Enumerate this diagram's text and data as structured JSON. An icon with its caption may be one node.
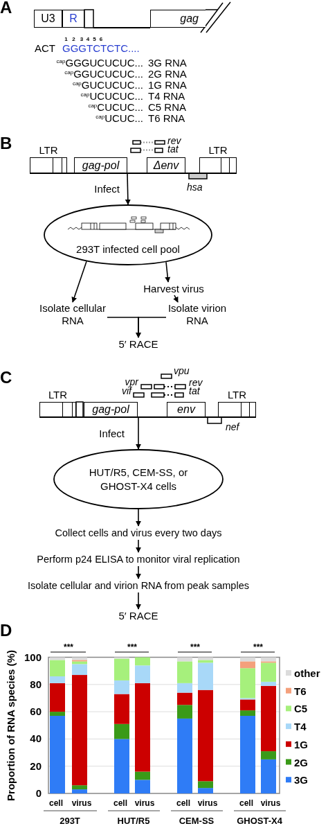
{
  "diagram": {
    "nodes": [
      {
        "text": [
          "U3"
        ]
      },
      {
        "text": [
          "R"
        ]
      },
      {
        "text": [
          "gag"
        ]
      },
      {
        "text": [
          "LTR"
        ]
      },
      {
        "text": [
          "gag-pol"
        ]
      },
      {
        "text": [
          "Δenv"
        ]
      },
      {
        "text": [
          "LTR"
        ]
      },
      {
        "text": [
          "293T infected cell pool"
        ]
      },
      {
        "text": [
          "Harvest virus"
        ]
      },
      {
        "text": [
          "Isolate cellular RNA"
        ]
      },
      {
        "text": [
          "Isolate virion RNA"
        ]
      },
      {
        "text": [
          "5′ RACE"
        ]
      },
      {
        "text": [
          "LTR"
        ]
      },
      {
        "text": [
          "gag-pol"
        ]
      },
      {
        "text": [
          "env"
        ]
      },
      {
        "text": [
          "LTR"
        ]
      },
      {
        "text": [
          "HUT/R5, CEM-SS, or GHOST-X4 cells"
        ]
      },
      {
        "text": [
          "Collect cells and virus every two days"
        ]
      },
      {
        "text": [
          "Perform p24 ELISA to monitor viral replication"
        ]
      },
      {
        "text": [
          "Isolate cellular and virion RNA from peak samples"
        ]
      },
      {
        "text": [
          "5′ RACE"
        ]
      },
      {
        "text": [],
        "shape": "line"
      },
      {
        "text": [],
        "shape": "line"
      },
      {
        "text": [],
        "shape": "line"
      }
    ],
    "edges": [
      {
        "from": 22,
        "to": 7,
        "arrow": "to",
        "label": "Infect"
      },
      {
        "from": 7,
        "to": 9,
        "arrow": "to"
      },
      {
        "from": 7,
        "to": 8,
        "arrow": "to"
      },
      {
        "from": 8,
        "to": 10,
        "arrow": "to"
      },
      {
        "from": 9,
        "to": 11,
        "arrow": "to"
      },
      {
        "from": 10,
        "to": 11,
        "arrow": "to"
      },
      {
        "from": 23,
        "to": 16,
        "arrow": "to",
        "label": "Infect"
      },
      {
        "from": 16,
        "to": 17,
        "arrow": "to"
      },
      {
        "from": 17,
        "to": 18,
        "arrow": "to"
      },
      {
        "from": 18,
        "to": 19,
        "arrow": "to"
      },
      {
        "from": 19,
        "to": 20,
        "arrow": "to"
      }
    ],
    "labels": [
      "A",
      "1",
      "2",
      "3",
      "4",
      "5",
      "6",
      "ACT",
      "GGGTCTCTC....",
      "$^{cap}$GGGUCUCUC...",
      "3G RNA",
      "$^{cap}$GGUCUCUC...",
      "2G RNA",
      "$^{cap}$GUCUCUC...",
      "1G RNA",
      "$^{cap}$UCUCUC...",
      "T4 RNA",
      "$^{cap}$CUCUC...",
      "C5 RNA",
      "$^{cap}$UCUC...",
      "T6 RNA",
      "B",
      "rev",
      "tat",
      "hsa",
      "C",
      "vpu",
      "vpr",
      "rev",
      "vif",
      "tat",
      "nef",
      "D",
      "***",
      "***",
      "***",
      "***",
      "293T",
      "HUT/R5",
      "CEM-SS",
      "GHOST-X4"
    ],
    "chart_data": {
      "type": "bar",
      "ylabel": "Proportion of RNA species (%)",
      "categories": [
        "cell",
        "virus",
        "cell",
        "virus",
        "cell",
        "virus",
        "cell",
        "virus"
      ],
      "stacked": true,
      "grid": true,
      "legend": true,
      "ylim": [
        0,
        100
      ],
      "yticks": [
        0,
        20,
        40,
        60,
        80,
        100
      ],
      "series": [
        {
          "name": "3G",
          "color": "#2f7cf6",
          "values": [
            57,
            3,
            40,
            10,
            55,
            4,
            57,
            25
          ]
        },
        {
          "name": "2G",
          "color": "#3a9a18",
          "values": [
            3,
            3,
            11,
            6,
            10,
            5,
            4,
            6
          ]
        },
        {
          "name": "1G",
          "color": "#cc0000",
          "values": [
            21,
            81,
            22,
            65,
            9,
            67,
            8,
            48
          ]
        },
        {
          "name": "T4",
          "color": "#a8d8f8",
          "values": [
            5,
            8,
            10,
            13,
            7,
            20,
            1,
            3
          ]
        },
        {
          "name": "C5",
          "color": "#a6f07c",
          "values": [
            12,
            2,
            16,
            6,
            16,
            2,
            22,
            14
          ]
        },
        {
          "name": "T6",
          "color": "#f4a07c",
          "values": [
            0,
            1,
            0,
            0,
            0,
            0,
            5,
            1
          ]
        },
        {
          "name": "other",
          "color": "#dcdcdc",
          "values": [
            2,
            2,
            1,
            0,
            3,
            2,
            3,
            3
          ]
        }
      ]
    }
  }
}
